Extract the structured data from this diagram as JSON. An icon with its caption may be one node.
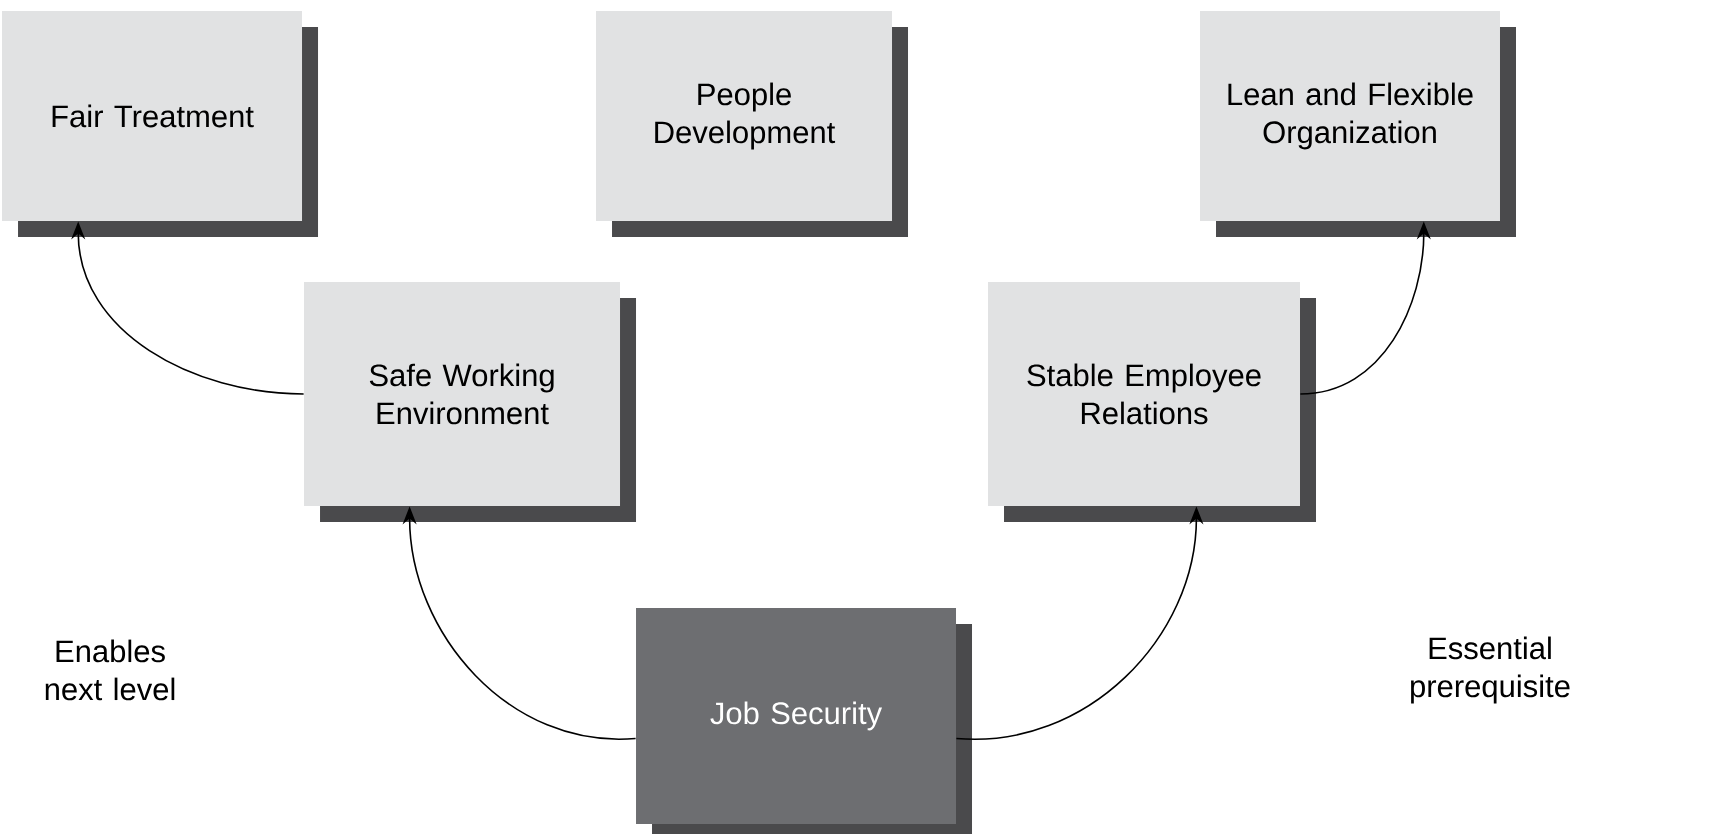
{
  "diagram": {
    "nodes": [
      {
        "text": [
          "Fair Treatment"
        ]
      },
      {
        "text": [
          "People Development"
        ]
      },
      {
        "text": [
          "Lean and Flexible Organization"
        ]
      },
      {
        "text": [
          "Safe Working Environment"
        ]
      },
      {
        "text": [
          "Stable Employee Relations"
        ]
      },
      {
        "text": [
          "Job Security"
        ]
      }
    ],
    "edges": [
      {
        "from": 5,
        "to": 3,
        "arrow": "to"
      },
      {
        "from": 5,
        "to": 4,
        "arrow": "to"
      },
      {
        "from": 3,
        "to": 0,
        "arrow": "to"
      },
      {
        "from": 4,
        "to": 2,
        "arrow": "to"
      }
    ],
    "labels": [
      "Enables next level",
      "Essential prerequisite"
    ]
  }
}
